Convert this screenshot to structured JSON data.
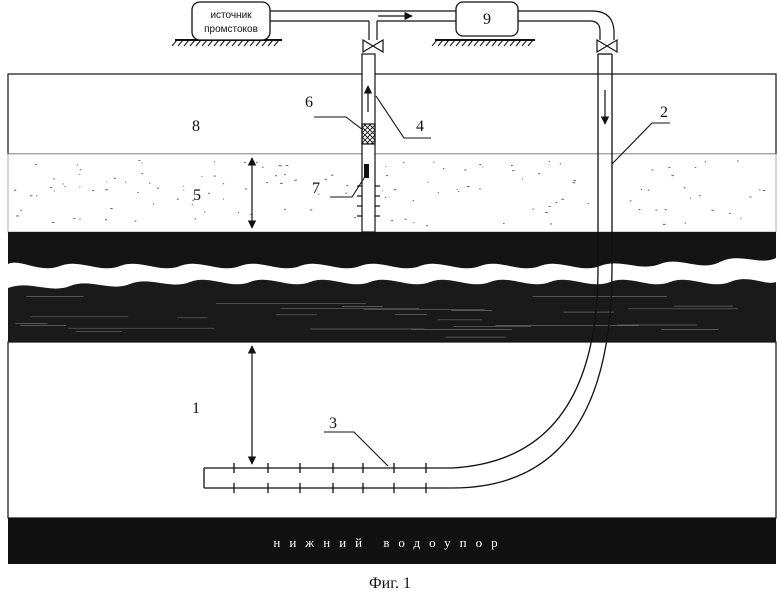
{
  "source_box": {
    "line1": "источник",
    "line2": "промстоков"
  },
  "labels": {
    "l1": "1",
    "l2": "2",
    "l3": "3",
    "l4": "4",
    "l5": "5",
    "l6": "6",
    "l7": "7",
    "l8": "8",
    "l9": "9"
  },
  "bottom_layer": "нижний водоупор",
  "caption": "Фиг. 1"
}
